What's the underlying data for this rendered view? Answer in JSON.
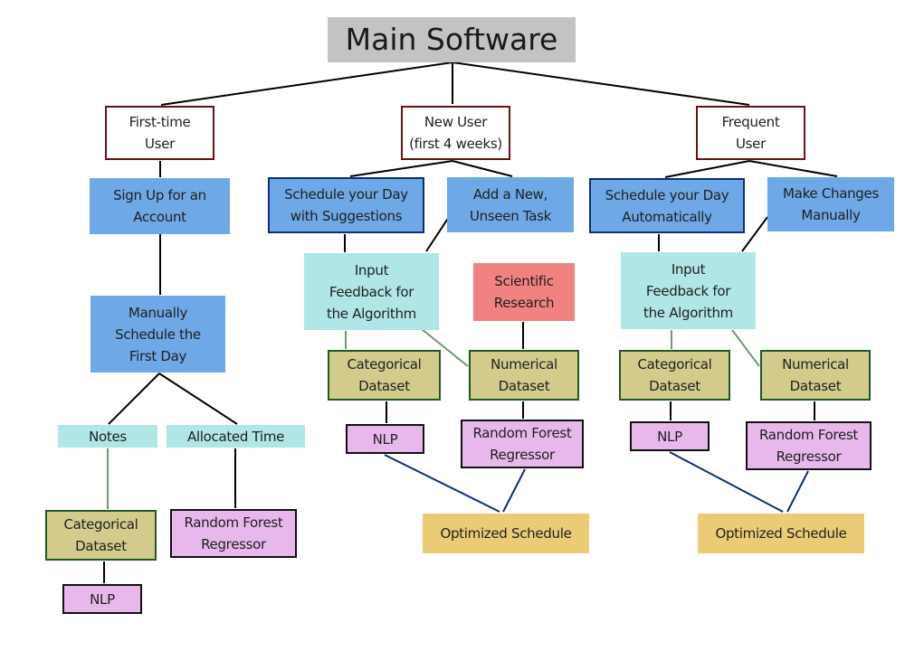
{
  "title": "Main Software",
  "colors": {
    "title_bg": "#c3c3c3",
    "user_border": "#6b0f12",
    "action_bg": "#6fa8e6",
    "action_outline": "#0b2f78",
    "feedback_bg": "#b0e6e6",
    "dataset_bg": "#d2cb8c",
    "dataset_border": "#1d5a22",
    "model_bg": "#e8b8ec",
    "research_bg": "#f28282",
    "output_bg": "#ebcb76",
    "arrow_black": "#000000",
    "arrow_green": "#6a9c70",
    "arrow_blue": "#0b2f78"
  },
  "branches": {
    "first_time": {
      "user": "First-time\nUser",
      "sign_up": "Sign Up for an\nAccount",
      "manual_schedule": "Manually\nSchedule the\nFirst Day",
      "notes": "Notes",
      "allocated_time": "Allocated Time",
      "categorical_dataset": "Categorical\nDataset",
      "random_forest": "Random Forest\nRegressor",
      "nlp": "NLP"
    },
    "new_user": {
      "user": "New User\n(first 4 weeks)",
      "schedule": "Schedule your Day\nwith Suggestions",
      "add_task": "Add a New,\nUnseen Task",
      "feedback": "Input\nFeedback for\nthe Algorithm",
      "research": "Scientific\nResearch",
      "categorical_dataset": "Categorical\nDataset",
      "numerical_dataset": "Numerical\nDataset",
      "nlp": "NLP",
      "random_forest": "Random Forest\nRegressor",
      "output": "Optimized Schedule"
    },
    "frequent": {
      "user": "Frequent\nUser",
      "schedule": "Schedule your Day\nAutomatically",
      "make_changes": "Make Changes\nManually",
      "feedback": "Input\nFeedback for\nthe Algorithm",
      "categorical_dataset": "Categorical\nDataset",
      "numerical_dataset": "Numerical\nDataset",
      "nlp": "NLP",
      "random_forest": "Random Forest\nRegressor",
      "output": "Optimized Schedule"
    }
  }
}
